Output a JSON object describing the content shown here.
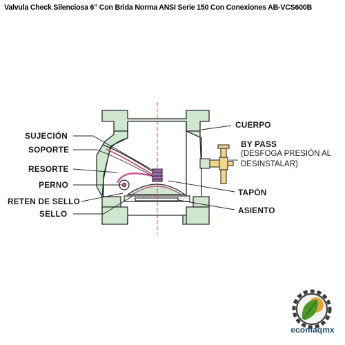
{
  "title": "Valvula Check Silenciosa 6\" Con Brida Norma ANSI Serie 150 Con Conexiones AB-VCS600B",
  "labels": {
    "left": [
      "SUJECIÓN",
      "SOPORTE",
      "RESORTE",
      "PERNO",
      "RETEN DE SELLO",
      "SELLO"
    ],
    "right": {
      "cuerpo": "CUERPO",
      "bypass": "BY PASS",
      "bypass_note_line1": "(DESFOGA PRESIÓN AL",
      "bypass_note_line2": "DESINSTALAR)",
      "tapon": "TAPÓN",
      "asiento": "ASIENTO"
    }
  },
  "logo": {
    "text": "ecomaqmx",
    "colors": {
      "text": "#1f4b75",
      "leaf_green": "#4a9a2a",
      "sun_orange": "#e8a13a",
      "gear": "#3a3a3a"
    }
  },
  "colors": {
    "body_fill": "#cfe7cf",
    "outline": "#2a2a2a",
    "centerline": "#d23a3a",
    "spring": "#c55a8a",
    "leader": "#222222"
  }
}
